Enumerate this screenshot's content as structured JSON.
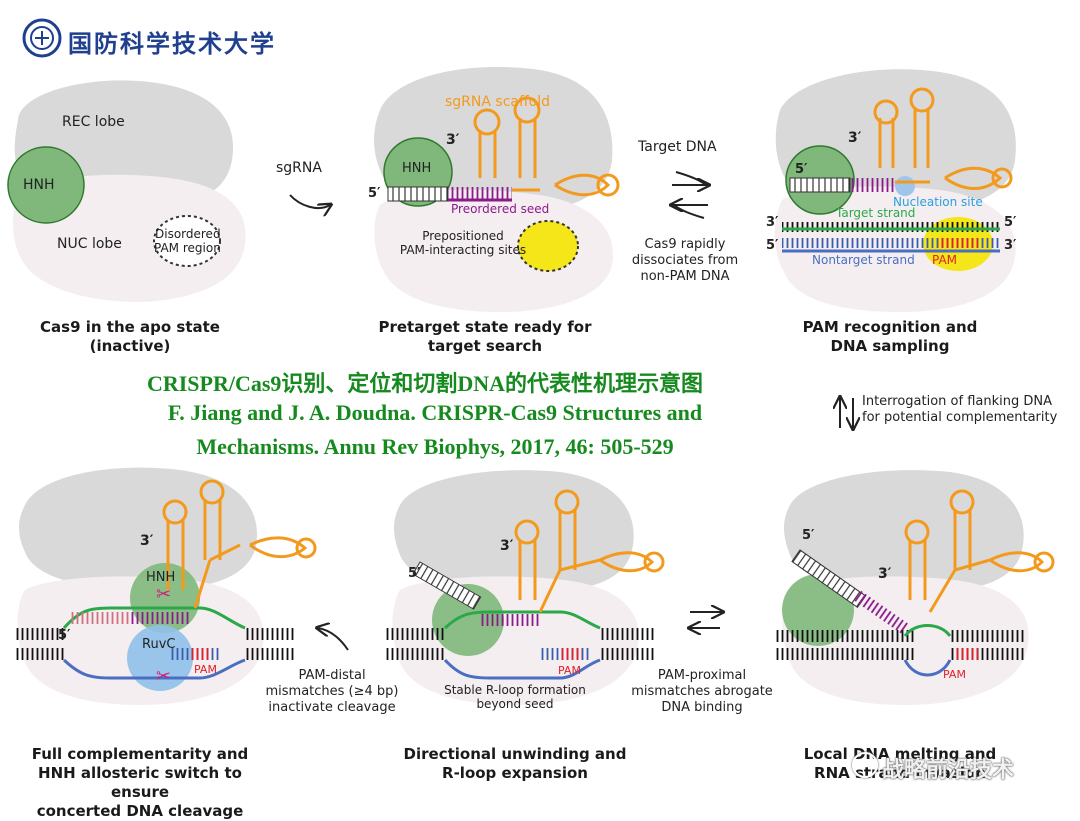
{
  "header": {
    "university_name": "国防科学技术大学"
  },
  "watermark": "战略前沿技术",
  "title": {
    "line1": "CRISPR/Cas9识别、定位和切割DNA的代表性机理示意图",
    "line2": "F. Jiang and J. A. Doudna. CRISPR-Cas9 Structures and",
    "line3": "Mechanisms. Annu Rev Biophys, 2017, 46: 505-529"
  },
  "panels": {
    "apo": {
      "caption1": "Cas9 in the apo state",
      "caption2": "(inactive)",
      "rec": "REC lobe",
      "nuc": "NUC lobe",
      "hnh": "HNH",
      "pam_region1": "Disordered",
      "pam_region2": "PAM region"
    },
    "pretarget": {
      "caption1": "Pretarget state ready for",
      "caption2": "target search",
      "scaffold": "sgRNA scaffold",
      "three": "3′",
      "five": "5′",
      "hnh": "HNH",
      "seed": "Preordered seed",
      "sites1": "Prepositioned",
      "sites2": "PAM-interacting sites"
    },
    "pam_recognition": {
      "caption1": "PAM recognition and",
      "caption2": "DNA sampling",
      "three": "3′",
      "five": "5′",
      "nucleation": "Nucleation site",
      "target_strand": "Target strand",
      "nontarget_strand": "Nontarget strand",
      "pam": "PAM",
      "end_3_left": "3′",
      "end_5_right": "5′",
      "end_5_left": "5′",
      "end_3_right": "3′"
    },
    "cleavage": {
      "caption1": "Full complementarity and",
      "caption2": "HNH allosteric switch to ensure",
      "caption3": "concerted DNA cleavage",
      "three": "3′",
      "five": "5′",
      "hnh": "HNH",
      "ruvc": "RuvC",
      "pam": "PAM"
    },
    "rloop": {
      "caption1": "Directional unwinding and",
      "caption2": "R-loop expansion",
      "three": "3′",
      "five": "5′",
      "pam": "PAM",
      "stable1": "Stable R-loop formation",
      "stable2": "beyond seed"
    },
    "invasion": {
      "caption1": "Local DNA melting and",
      "caption2": "RNA strand invasion",
      "three": "3′",
      "five": "5′",
      "pam": "PAM"
    }
  },
  "arrows": {
    "sgrna": "sgRNA",
    "target_dna": "Target DNA",
    "dissociate1": "Cas9 rapidly",
    "dissociate2": "dissociates from",
    "dissociate3": "non-PAM DNA",
    "interrogation1": "Interrogation of flanking DNA",
    "interrogation2": "for potential complementarity",
    "proximal1": "PAM-proximal",
    "proximal2": "mismatches abrogate",
    "proximal3": "DNA binding",
    "distal1": "PAM-distal",
    "distal2": "mismatches (≥4 bp)",
    "distal3": "inactivate cleavage"
  },
  "colors": {
    "title_green": "#178a1f",
    "scaffold_orange": "#f39a1e",
    "seed_purple": "#8b1a8b",
    "target_green": "#2aa84a",
    "nontarget_blue": "#4a6fc2",
    "pam_red": "#e0202a",
    "pam_yellow": "#f5e61a",
    "hnh_green": "#7fb87a",
    "ruvc_blue": "#8fc0ea",
    "lobe_gray": "#d9d9d9",
    "lobe_light": "#f4eef0",
    "logo_blue": "#1f3f8f"
  }
}
